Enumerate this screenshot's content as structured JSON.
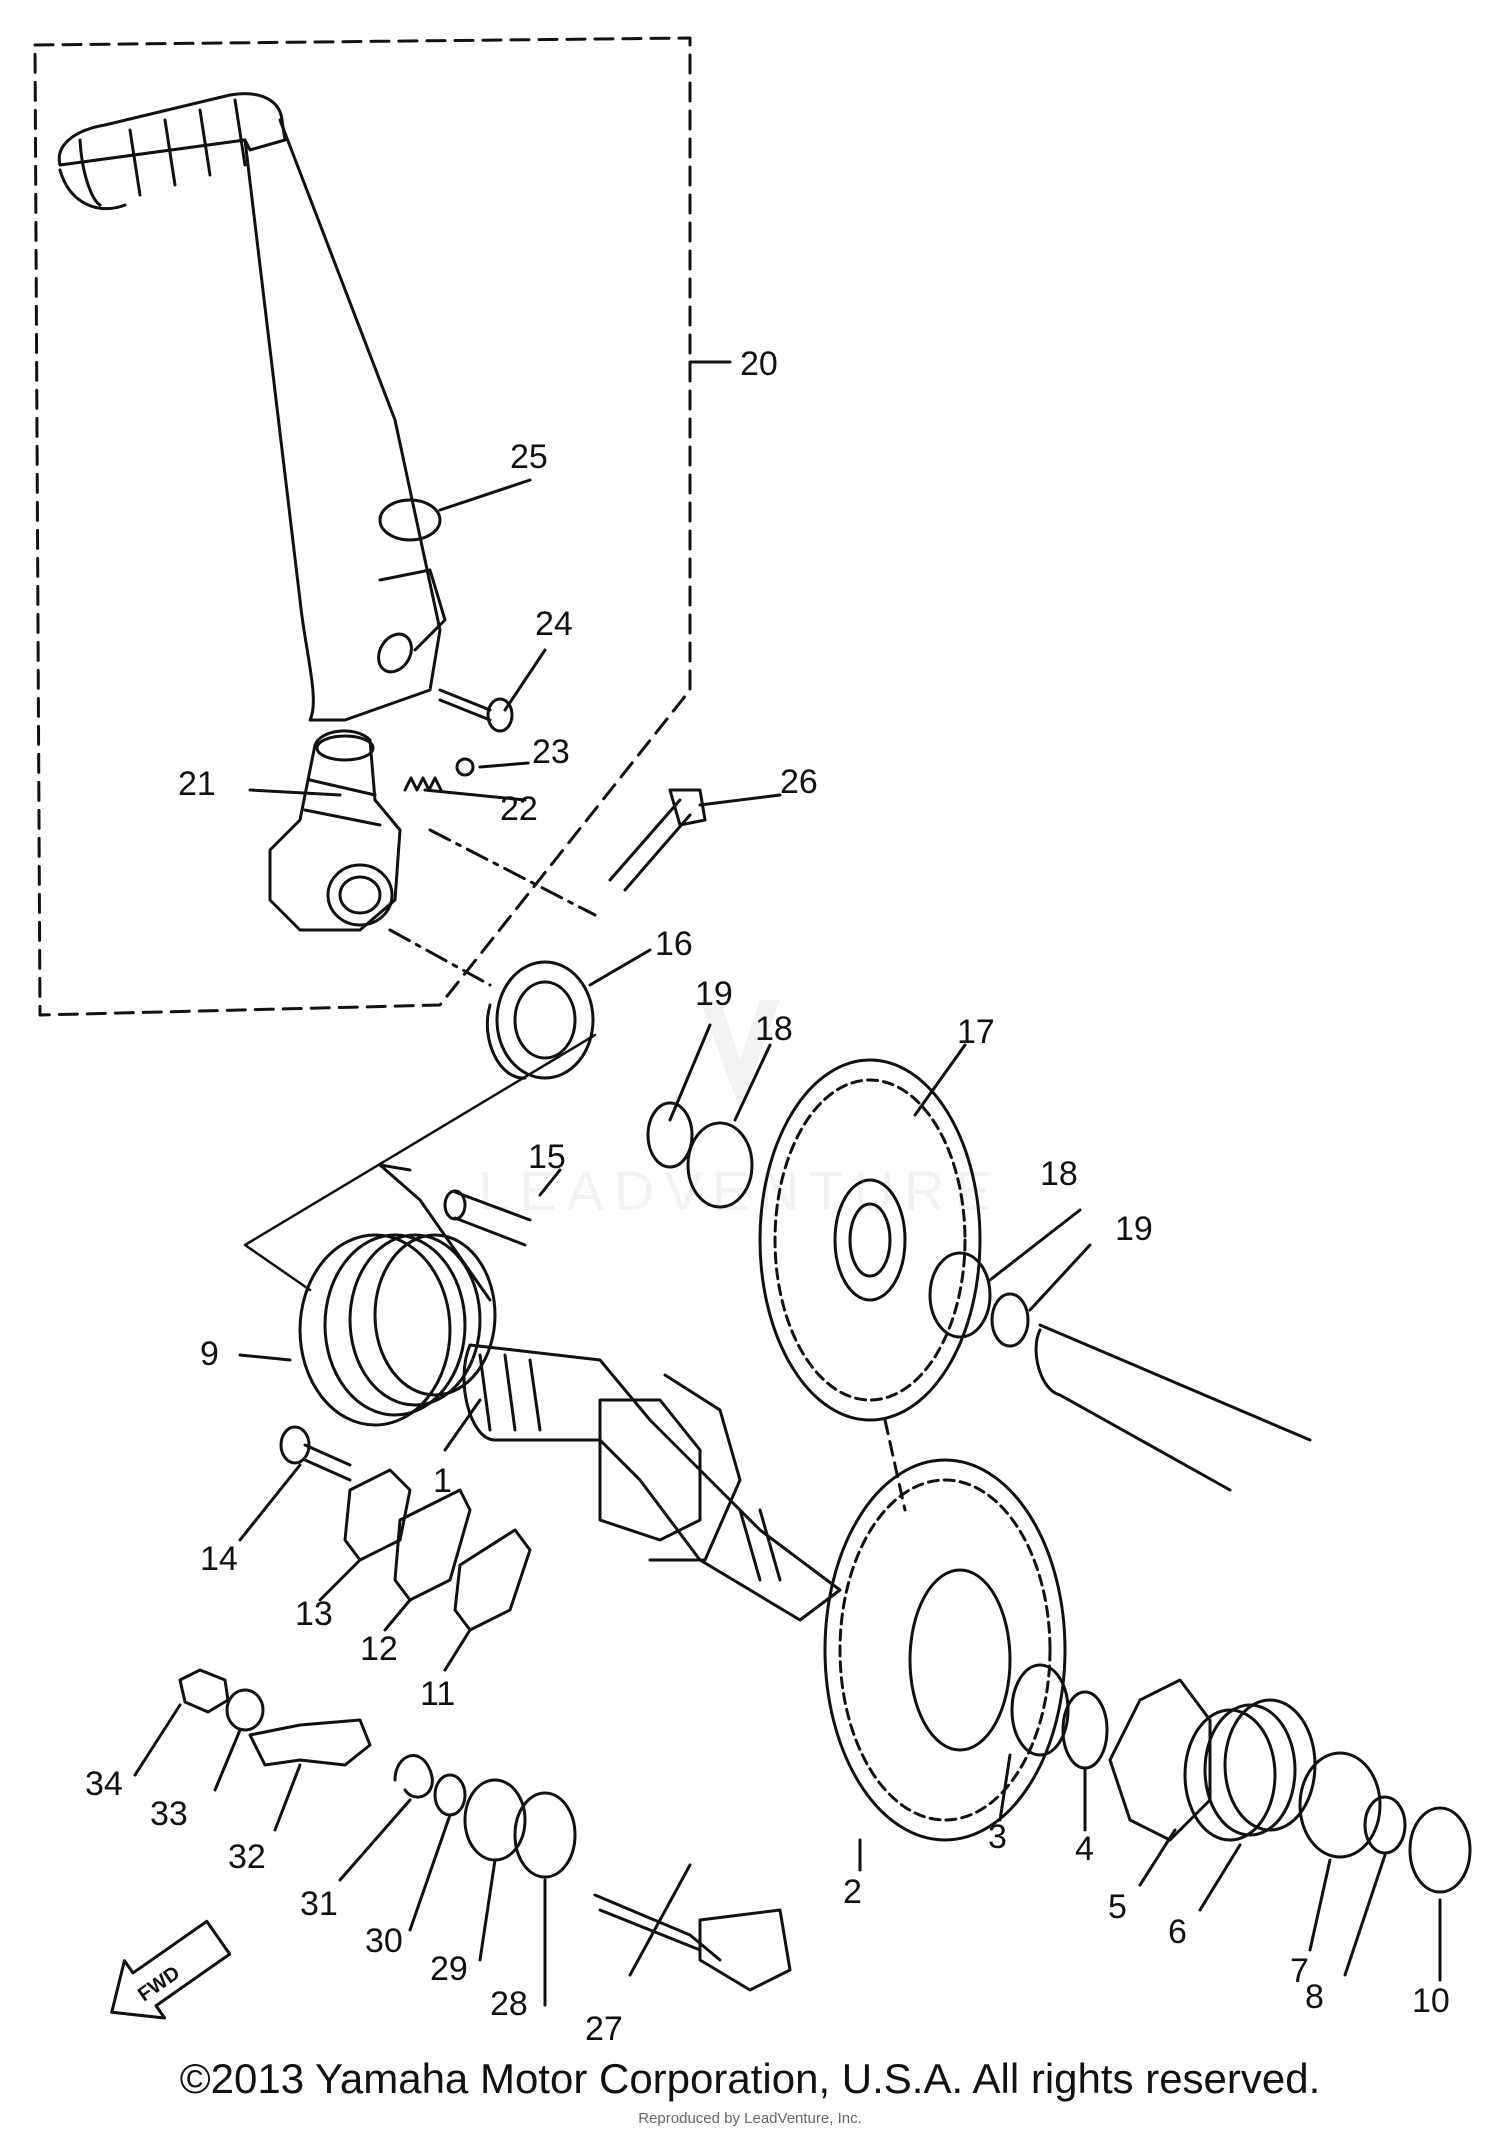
{
  "diagram": {
    "callouts": [
      "1",
      "2",
      "3",
      "4",
      "5",
      "6",
      "7",
      "8",
      "9",
      "10",
      "11",
      "12",
      "13",
      "14",
      "15",
      "16",
      "17",
      "18",
      "18",
      "19",
      "19",
      "20",
      "21",
      "22",
      "23",
      "24",
      "25",
      "26",
      "27",
      "28",
      "29",
      "30",
      "31",
      "32",
      "33",
      "34"
    ],
    "fwd_label": "FWD",
    "watermark": "LEADVENTURE",
    "colors": {
      "ink": "#111111",
      "watermark": "#e6e6e6",
      "background": "#ffffff"
    }
  },
  "footer": {
    "copyright": "©2013 Yamaha Motor Corporation, U.S.A. All rights reserved.",
    "reproduced": "Reproduced by LeadVenture, Inc."
  }
}
